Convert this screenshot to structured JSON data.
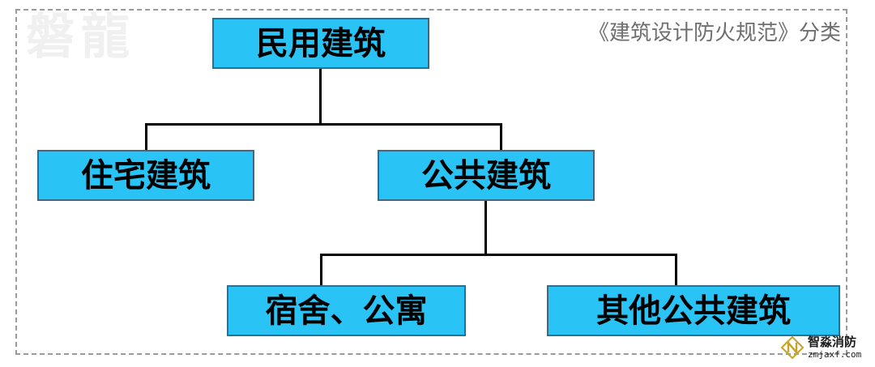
{
  "page": {
    "background_color": "#ffffff",
    "frame": {
      "style": "dashed",
      "color": "#9a9a9a"
    }
  },
  "watermark": {
    "text": "磐龍",
    "color": "#f0f0f0"
  },
  "caption": {
    "text": "《建筑设计防火规范》分类",
    "color": "#6f6f6f"
  },
  "diagram": {
    "type": "tree",
    "node_fill": "#29c3f5",
    "node_border": "#3a6a86",
    "connector_color": "#000000",
    "nodes": [
      {
        "id": "root",
        "label": "民用建筑",
        "level": 1
      },
      {
        "id": "resid",
        "label": "住宅建筑",
        "level": 2
      },
      {
        "id": "public",
        "label": "公共建筑",
        "level": 2
      },
      {
        "id": "dorm",
        "label": "宿舍、公寓",
        "level": 3
      },
      {
        "id": "otherpub",
        "label": "其他公共建筑",
        "level": 3
      }
    ],
    "edges": [
      {
        "from": "root",
        "to": "resid"
      },
      {
        "from": "root",
        "to": "public"
      },
      {
        "from": "public",
        "to": "dorm"
      },
      {
        "from": "public",
        "to": "otherpub"
      }
    ]
  },
  "brand": {
    "name": "智淼消防",
    "url": "zmjaxf.com",
    "mark": "diamond-logo-icon"
  }
}
